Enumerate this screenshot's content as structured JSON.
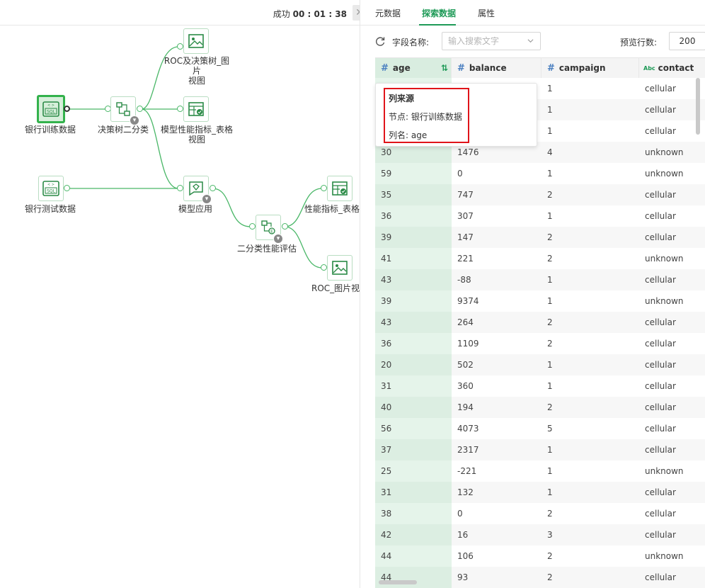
{
  "canvas": {
    "status_label": "成功",
    "status_time": "00 : 01 : 38",
    "nodes": {
      "bank_train": "银行训练数据",
      "decision_tree": "决策树二分类",
      "roc_tree": "ROC及决策树_图片\n视图",
      "model_perf_table": "模型性能指标_表格\n视图",
      "bank_test": "银行测试数据",
      "model_apply": "模型应用",
      "binary_eval": "二分类性能评估",
      "perf_table": "性能指标_表格",
      "roc_image": "ROC_图片视"
    }
  },
  "panel": {
    "tabs": [
      "元数据",
      "探索数据",
      "属性"
    ],
    "active_tab": "探索数据",
    "field_label": "字段名称:",
    "search_placeholder": "输入搜索文字",
    "rows_label": "预览行数:",
    "rows_value": "200",
    "columns": [
      {
        "name": "age",
        "type_icon": "#"
      },
      {
        "name": "balance",
        "type_icon": "#"
      },
      {
        "name": "campaign",
        "type_icon": "#"
      },
      {
        "name": "contact",
        "type_icon": "Abc"
      }
    ],
    "rows": [
      [
        "",
        "",
        "1",
        "cellular"
      ],
      [
        "",
        "",
        "1",
        "cellular"
      ],
      [
        "",
        "",
        "1",
        "cellular"
      ],
      [
        "30",
        "1476",
        "4",
        "unknown"
      ],
      [
        "59",
        "0",
        "1",
        "unknown"
      ],
      [
        "35",
        "747",
        "2",
        "cellular"
      ],
      [
        "36",
        "307",
        "1",
        "cellular"
      ],
      [
        "39",
        "147",
        "2",
        "cellular"
      ],
      [
        "41",
        "221",
        "2",
        "unknown"
      ],
      [
        "43",
        "-88",
        "1",
        "cellular"
      ],
      [
        "39",
        "9374",
        "1",
        "unknown"
      ],
      [
        "43",
        "264",
        "2",
        "cellular"
      ],
      [
        "36",
        "1109",
        "2",
        "cellular"
      ],
      [
        "20",
        "502",
        "1",
        "cellular"
      ],
      [
        "31",
        "360",
        "1",
        "cellular"
      ],
      [
        "40",
        "194",
        "2",
        "cellular"
      ],
      [
        "56",
        "4073",
        "5",
        "cellular"
      ],
      [
        "37",
        "2317",
        "1",
        "cellular"
      ],
      [
        "25",
        "-221",
        "1",
        "unknown"
      ],
      [
        "31",
        "132",
        "1",
        "cellular"
      ],
      [
        "38",
        "0",
        "2",
        "cellular"
      ],
      [
        "42",
        "16",
        "3",
        "cellular"
      ],
      [
        "44",
        "106",
        "2",
        "unknown"
      ],
      [
        "44",
        "93",
        "2",
        "cellular"
      ]
    ],
    "tooltip": {
      "title": "列来源",
      "node_line": "节点:  银行训练数据",
      "col_line": "列名:  age"
    }
  },
  "colors": {
    "accent": "#1e9a57",
    "edge": "#4ab768",
    "highlight_border": "#e0141a"
  }
}
